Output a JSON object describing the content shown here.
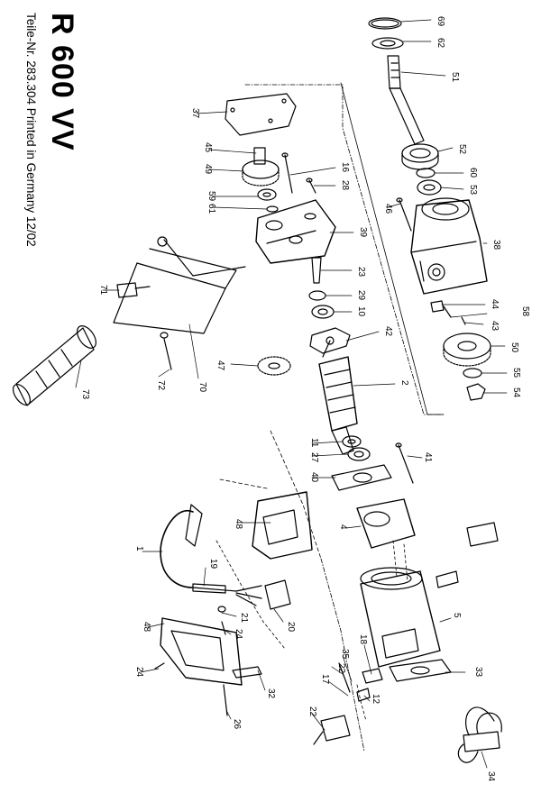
{
  "header": {
    "title": "R 600 VV",
    "subtitle": "Teile-Nr. 283.304  Printed in Germany  12/02"
  },
  "part_numbers": {
    "p69": "69",
    "p62": "62",
    "p51": "51",
    "p52": "52",
    "p60": "60",
    "p53": "53",
    "p38": "38",
    "p46": "46",
    "p37": "37",
    "p45": "45",
    "p49": "49",
    "p16": "16",
    "p28": "28",
    "p59": "59",
    "p61": "61",
    "p39": "39",
    "p23": "23",
    "p29": "29",
    "p10": "10",
    "p42": "42",
    "p44": "44",
    "p58": "58",
    "p43": "43",
    "p50": "50",
    "p55": "55",
    "p54": "54",
    "p2": "2",
    "p47": "47",
    "p71": "71",
    "p70": "70",
    "p72": "72",
    "p73": "73",
    "p11": "11",
    "p27": "27",
    "p40": "40",
    "p41": "41",
    "p4": "4",
    "p48a": "48",
    "p1": "1",
    "p19": "19",
    "p21": "21",
    "p20": "20",
    "p48b": "48",
    "p24a": "24",
    "p24b": "24",
    "p32": "32",
    "p26": "26",
    "p5": "5",
    "p18": "18",
    "p35": "35",
    "p22a": "22",
    "p17": "17",
    "p12": "12",
    "p22b": "22",
    "p33": "33",
    "p34": "34"
  }
}
